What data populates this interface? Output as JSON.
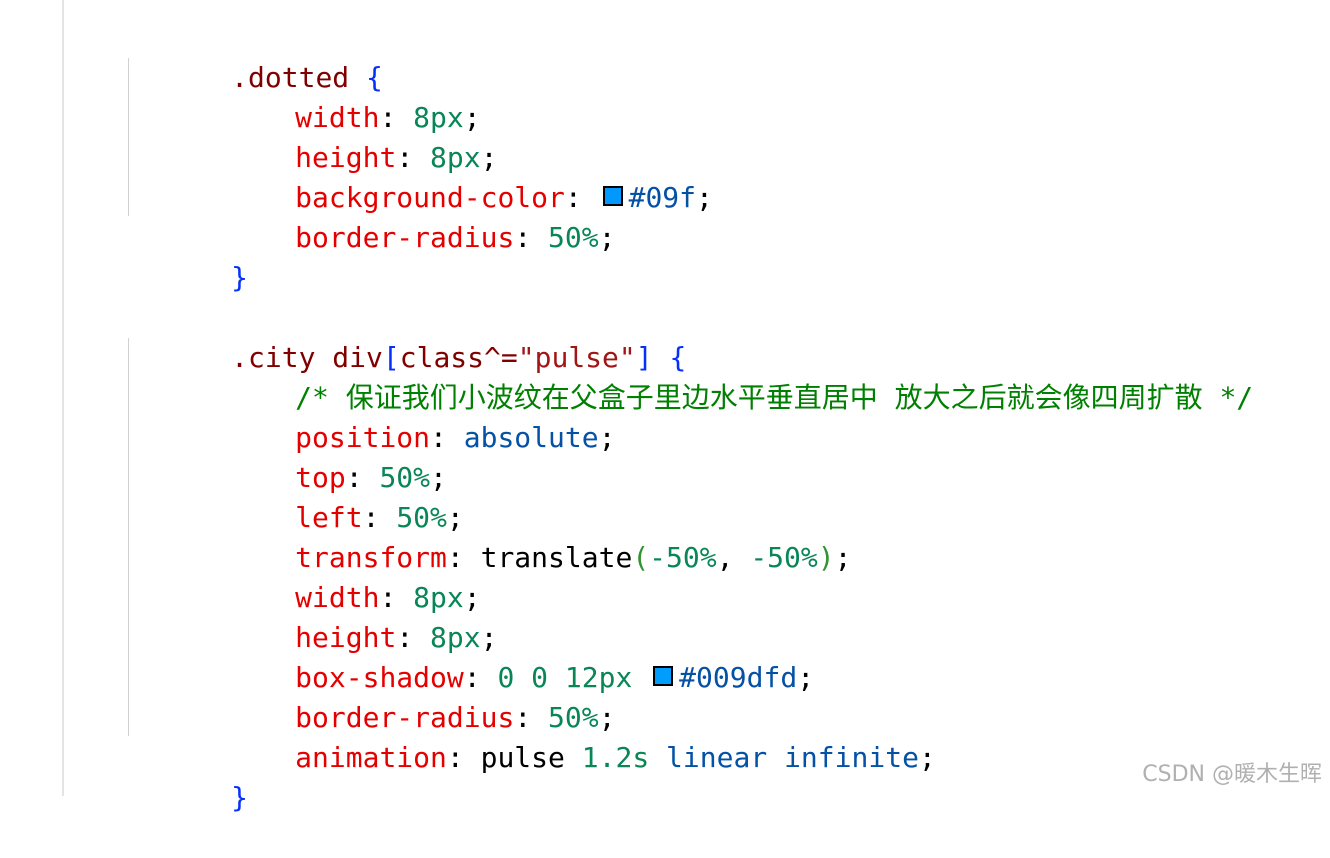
{
  "colors": {
    "swatch_1": "#0099ff",
    "swatch_2": "#009dfd"
  },
  "rule1": {
    "selector": ".dotted",
    "open": " {",
    "close": "}",
    "width_prop": "width",
    "width_val": "8px",
    "height_prop": "height",
    "height_val": "8px",
    "bg_prop": "background-color",
    "bg_val": "#09f",
    "radius_prop": "border-radius",
    "radius_val": "50%"
  },
  "rule2": {
    "selector_part1": ".city div",
    "selector_bracket_open": "[",
    "selector_attr": "class^=",
    "selector_string": "\"pulse\"",
    "selector_bracket_close": "]",
    "open": " {",
    "close": "}",
    "comment": "/* 保证我们小波纹在父盒子里边水平垂直居中 放大之后就会像四周扩散 */",
    "position_prop": "position",
    "position_val": "absolute",
    "top_prop": "top",
    "top_val": "50%",
    "left_prop": "left",
    "left_val": "50%",
    "transform_prop": "transform",
    "transform_fn": "translate",
    "transform_paren_open": "(",
    "transform_arg1": "-50%",
    "transform_comma": ", ",
    "transform_arg2": "-50%",
    "transform_paren_close": ")",
    "width_prop": "width",
    "width_val": "8px",
    "height_prop": "height",
    "height_val": "8px",
    "shadow_prop": "box-shadow",
    "shadow_val": "0 0 12px",
    "shadow_color": "#009dfd",
    "radius_prop": "border-radius",
    "radius_val": "50%",
    "animation_prop": "animation",
    "animation_name": "pulse",
    "animation_time": "1.2s",
    "animation_timing": "linear",
    "animation_iter": "infinite"
  },
  "punct": {
    "colon": ": ",
    "semicolon": ";",
    "space": " "
  },
  "watermark": "CSDN @暖木生晖"
}
